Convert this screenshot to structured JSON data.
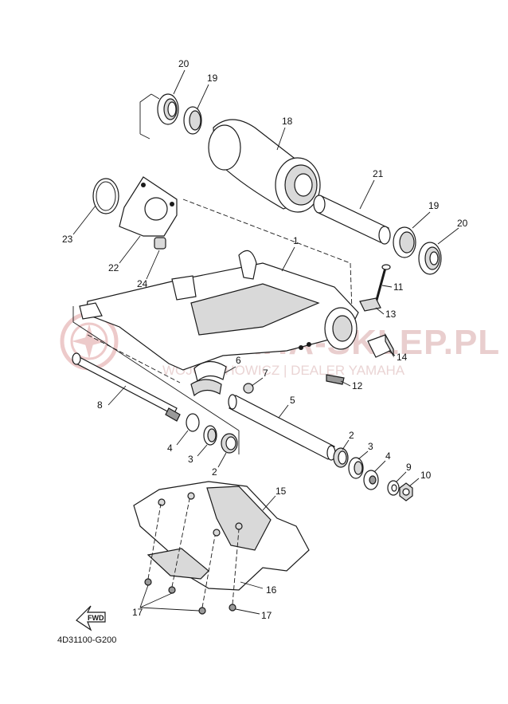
{
  "diagram": {
    "drawing_code": "4D31100-G200",
    "fwd_label": "FWD",
    "watermark": {
      "brand": "YAMAHA-SKLEP.PL",
      "dealer": "WOJCIECHOWICZ | DEALER YAMAHA"
    },
    "callouts": {
      "c1": "1",
      "c2a": "2",
      "c2b": "2",
      "c3a": "3",
      "c3b": "3",
      "c4a": "4",
      "c4b": "4",
      "c5": "5",
      "c6": "6",
      "c7": "7",
      "c8": "8",
      "c9": "9",
      "c10": "10",
      "c11": "11",
      "c12": "12",
      "c13": "13",
      "c14": "14",
      "c15": "15",
      "c16": "16",
      "c17a": "17",
      "c17b": "17",
      "c18": "18",
      "c19a": "19",
      "c19b": "19",
      "c20a": "20",
      "c20b": "20",
      "c21": "21",
      "c22": "22",
      "c23": "23",
      "c24": "24"
    }
  }
}
